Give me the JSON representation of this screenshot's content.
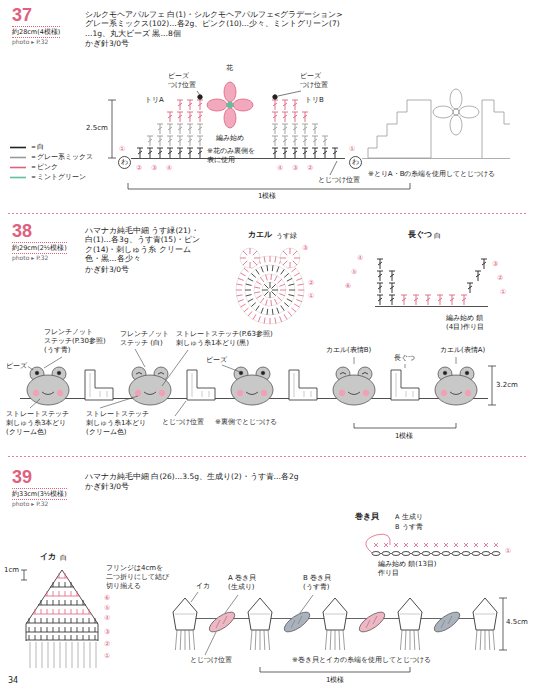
{
  "diagram": {
    "nodes": [
      {
        "text": [
          "37",
          "約28cm(4模様)",
          "photo ▸ P.32"
        ]
      },
      {
        "text": [
          "38",
          "約29cm(2½模様)",
          "photo ▸ P.32"
        ]
      },
      {
        "text": [
          "39",
          "約33cm(3½模様)",
          "photo ▸ P.32"
        ]
      }
    ],
    "labels": [
      "シルクモヘアパルフェ 白(1)・シルクモヘアパルフェ<グラデーション> グレー系ミックス(102)…各2g、ピンク(10)…少々、ミントグリーン(7) …1g、丸大ビーズ 黒…8個",
      "かぎ針3/0号",
      "トリA",
      "花",
      "トリB",
      "ビーズ つけ位置",
      "ビーズ つけ位置",
      "2.5cm",
      "編み始め",
      "※花のみ裏側を 表に使用",
      "とじつけ位置",
      "1模様",
      "※とりA・Bの糸端を使用してとじつける",
      "わ",
      "わ",
      "①",
      "②",
      "③",
      "④",
      "④",
      "③",
      "②",
      "①",
      "ハマナカ純毛中細 うす緑(21)・白(1)…各3g、うす青(15)・ピンク(14)・刺しゅう糸 クリーム色・黒…各少々",
      "かぎ針3/0号",
      "カエル",
      "うす緑",
      "長ぐつ",
      "白",
      "編み始め 鎖(4目)作り目",
      "①",
      "②",
      "③",
      "④",
      "⑤",
      "⑥",
      "③",
      "②",
      "①",
      "フレンチノット ステッチ(P.30参照) (うす青)",
      "フレンチノット ステッチ (白)",
      "ストレートステッチ(P.63参照) 刺しゅう糸1本どり(黒)",
      "ビーズ",
      "ビーズ",
      "ストレートステッチ 刺しゅう糸3本どり (クリーム色)",
      "ストレートステッチ 刺しゅう糸1本どり (クリーム色)",
      "とじつけ位置",
      "※裏側でとじつける",
      "カエル(表情B)",
      "長ぐつ",
      "カエル(表情A)",
      "3.2cm",
      "1模様",
      "ハマナカ純毛中細 白(26)…3.5g、生成り(2)・うす青…各2g",
      "かぎ針3/0号",
      "巻き貝",
      "A 生成り",
      "B うす青",
      "編み始め 鎖(13目)作り目",
      "①",
      "イカ",
      "白",
      "1cm",
      "フリンジは4cmを 二つ折りにして結び 切り揃える",
      "⑥",
      "⑤",
      "④",
      "③",
      "②",
      "①",
      "イカ",
      "A 巻き貝 (生成り)",
      "B 巻き貝 (うす青)",
      "とじつけ位置",
      "※巻き貝とイカの糸端を使用してとじつける",
      "4.5cm",
      "1模様",
      "34"
    ],
    "legend": [
      {
        "text": "＝白"
      },
      {
        "text": "＝グレー系ミックス"
      },
      {
        "text": "＝ピンク"
      },
      {
        "text": "＝ミントグリーン"
      }
    ]
  }
}
